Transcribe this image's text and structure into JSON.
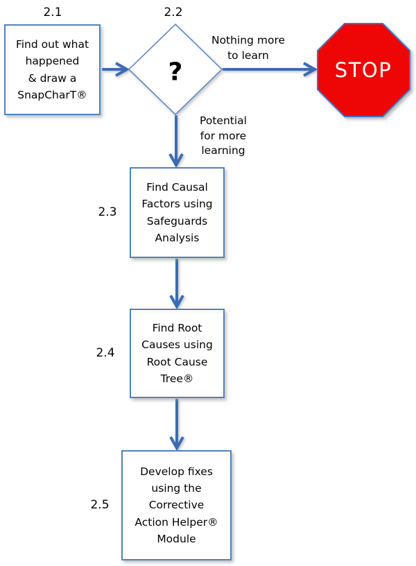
{
  "colors": {
    "arrow": "#3C6BB4",
    "box_border": "#4F81BD",
    "diamond_border": "#5E8AC7",
    "stop_fill": "#EE0505",
    "stop_border": "#4472C4",
    "stop_text_color": "#FFFFFF",
    "text_color": "#000000",
    "background": "#FFFFFF"
  },
  "nodes": {
    "step1": {
      "id": "2.1",
      "text": "Find out what\nhappened\n& draw a\nSnapCharT®"
    },
    "decision": {
      "id": "2.2",
      "symbol": "?"
    },
    "stop": {
      "label": "STOP"
    },
    "step3": {
      "id": "2.3",
      "text": "Find Causal\nFactors using\nSafeguards\nAnalysis"
    },
    "step4": {
      "id": "2.4",
      "text": "Find Root\nCauses using\nRoot Cause\nTree®"
    },
    "step5": {
      "id": "2.5",
      "text": "Develop fixes\nusing the\nCorrective\nAction Helper®\nModule"
    }
  },
  "edges": {
    "decision_to_stop": {
      "label": "Nothing more\nto learn"
    },
    "decision_to_step3": {
      "label": "Potential\nfor more\nlearning"
    }
  }
}
